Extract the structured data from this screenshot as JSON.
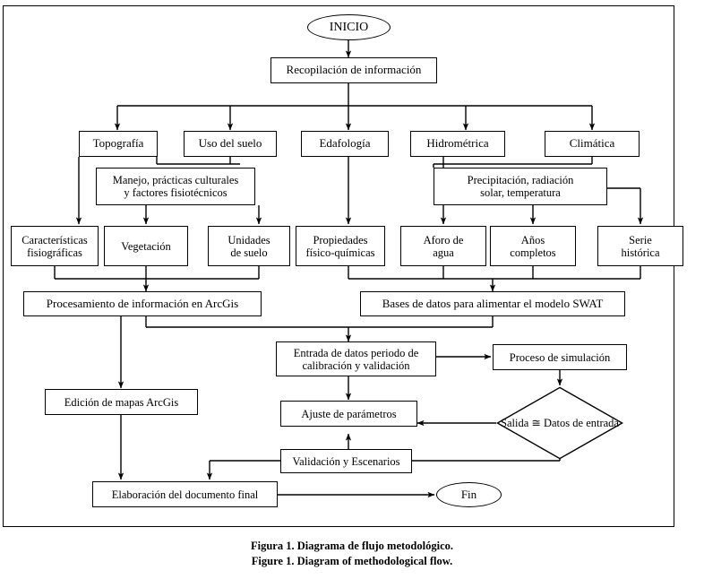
{
  "diagram": {
    "title": "Diagrama de flujo metodologico",
    "start_node": {
      "label": "INICIO"
    },
    "end_node": {
      "label": "Fin"
    },
    "nodes": {
      "recopilacion": "Recopilación de información",
      "topografia": "Topografía",
      "uso_suelo": "Uso del suelo",
      "edafologia": "Edafología",
      "hidrometrica": "Hidrométrica",
      "climatica": "Climática",
      "manejo_l1": "Manejo, prácticas culturales",
      "manejo_l2": "y factores fisiotécnicos",
      "precipitacion_l1": "Precipitación, radiación",
      "precipitacion_l2": "solar, temperatura",
      "caracteristicas_l1": "Características",
      "caracteristicas_l2": "fisiográficas",
      "vegetacion": "Vegetación",
      "unidades_l1": "Unidades",
      "unidades_l2": "de suelo",
      "propiedades_l1": "Propiedades",
      "propiedades_l2": "físico-químicas",
      "aforo_l1": "Aforo de",
      "aforo_l2": "agua",
      "anios_l1": "Años",
      "anios_l2": "completos",
      "serie_l1": "Serie",
      "serie_l2": "histórica",
      "procesamiento": "Procesamiento de información en ArcGis",
      "bases_datos": "Bases de datos para alimentar el modelo SWAT",
      "entrada_l1": "Entrada de datos periodo de",
      "entrada_l2": "calibración y validación",
      "proceso_simulacion": "Proceso de simulación",
      "edicion_mapas": "Edición de mapas ArcGis",
      "ajuste_parametros": "Ajuste de parámetros",
      "decision_l1": "Salida ≅ Datos",
      "decision_l2": "de entrada",
      "validacion": "Validación y Escenarios",
      "documento_final": "Elaboración del documento final"
    }
  },
  "caption": {
    "line_es": "Figura 1. Diagrama de flujo metodológico.",
    "line_en": "Figure 1. Diagram of methodological flow."
  },
  "colors": {
    "stroke": "#000000",
    "background": "#ffffff",
    "text": "#000000"
  }
}
